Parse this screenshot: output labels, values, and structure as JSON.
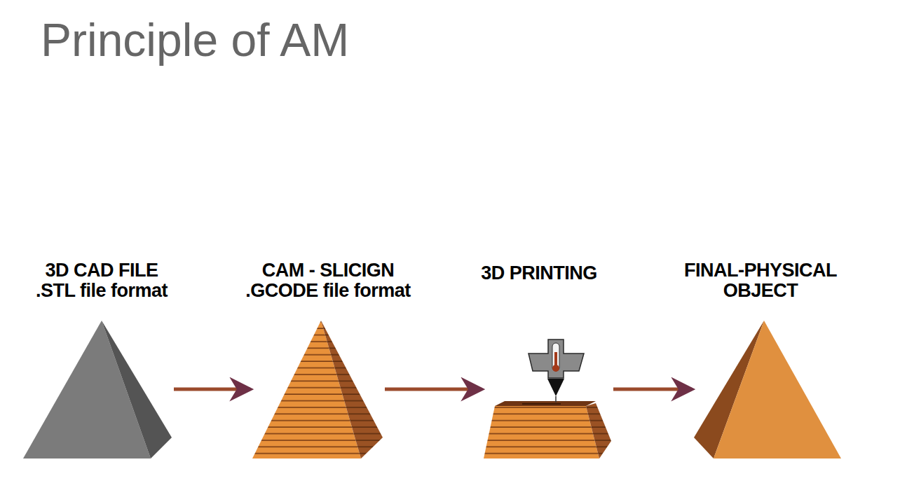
{
  "diagram": {
    "title": "Principle of AM",
    "nodes": [
      {
        "text": [
          "3D CAD FILE",
          ".STL file format"
        ]
      },
      {
        "text": [
          "CAM - SLICIGN",
          ".GCODE file format"
        ]
      },
      {
        "text": [
          "3D PRINTING"
        ]
      },
      {
        "text": [
          "FINAL-PHYSICAL OBJECT"
        ]
      }
    ],
    "edges": [
      {
        "from": 0,
        "to": 1,
        "arrow": "to"
      },
      {
        "from": 1,
        "to": 2,
        "arrow": "to"
      },
      {
        "from": 2,
        "to": 3,
        "arrow": "to"
      }
    ]
  }
}
